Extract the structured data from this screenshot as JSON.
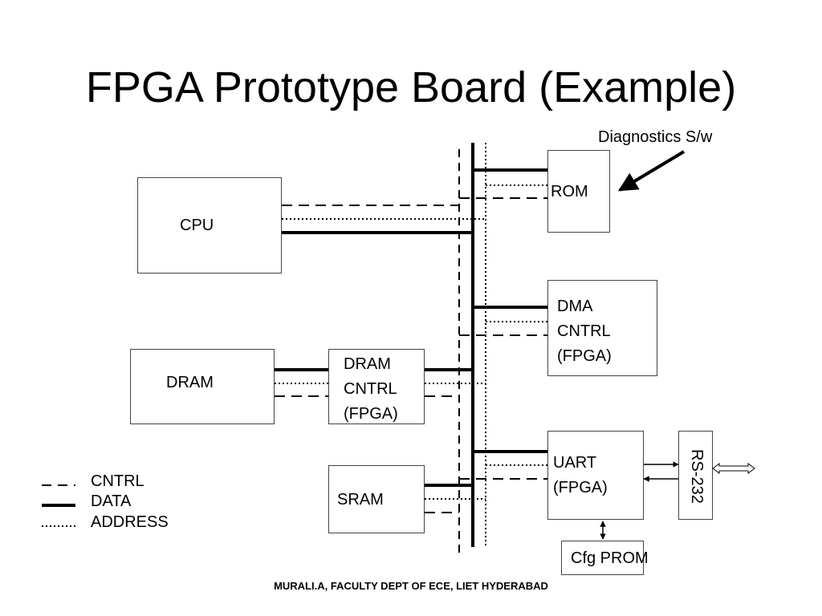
{
  "title": "FPGA Prototype Board (Example)",
  "footer": "MURALI.A, FACULTY DEPT OF ECE, LIET HYDERABAD",
  "annotation": "Diagnostics S/w",
  "blocks": {
    "cpu": "CPU",
    "rom": "ROM",
    "dma": "DMA\nCNTRL\n(FPGA)",
    "dram": "DRAM",
    "dram_cntrl": "DRAM\nCNTRL\n(FPGA)",
    "sram": "SRAM",
    "uart": "UART\n(FPGA)",
    "rs232": "RS-232",
    "cfg_prom": "Cfg PROM"
  },
  "legend": {
    "cntrl": "CNTRL",
    "data": "DATA",
    "address": "ADDRESS"
  },
  "line_styles": {
    "cntrl": "dashed",
    "data": "solid-thick",
    "address": "dotted"
  },
  "colors": {
    "line": "#000000",
    "box_border": "#444444",
    "background": "#ffffff"
  }
}
